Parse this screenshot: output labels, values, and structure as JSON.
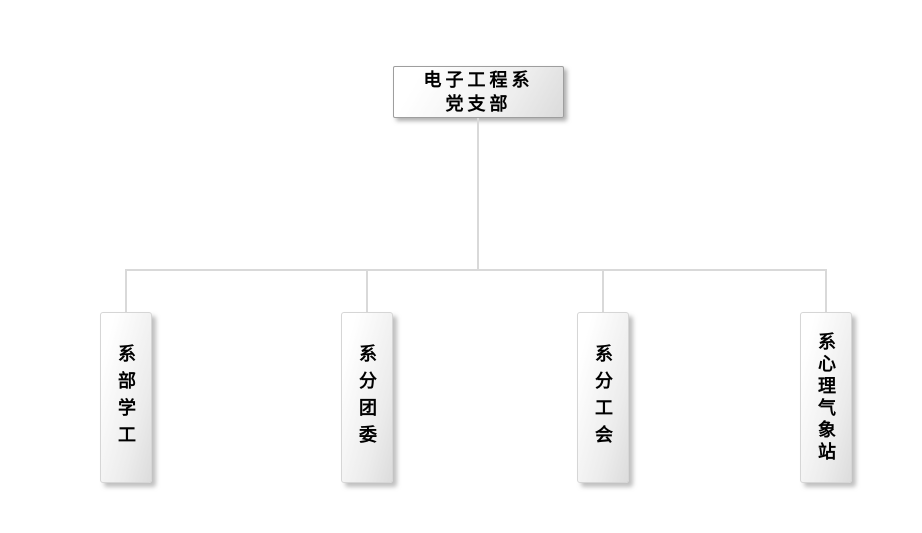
{
  "org_chart": {
    "root": {
      "label_line1": "电子工程系",
      "label_line2": "党支部"
    },
    "children": [
      {
        "label": "系部学工"
      },
      {
        "label": "系分团委"
      },
      {
        "label": "系分工会"
      },
      {
        "label": "系心理气象站"
      }
    ],
    "colors": {
      "connector": "#d9d9d9",
      "root_box_border": "#9e9e9e",
      "child_box_border": "#d6d6d6",
      "box_fill_light": "#ffffff",
      "box_fill_dark": "#dcdcdc",
      "text": "#000000",
      "background": "#ffffff"
    }
  }
}
